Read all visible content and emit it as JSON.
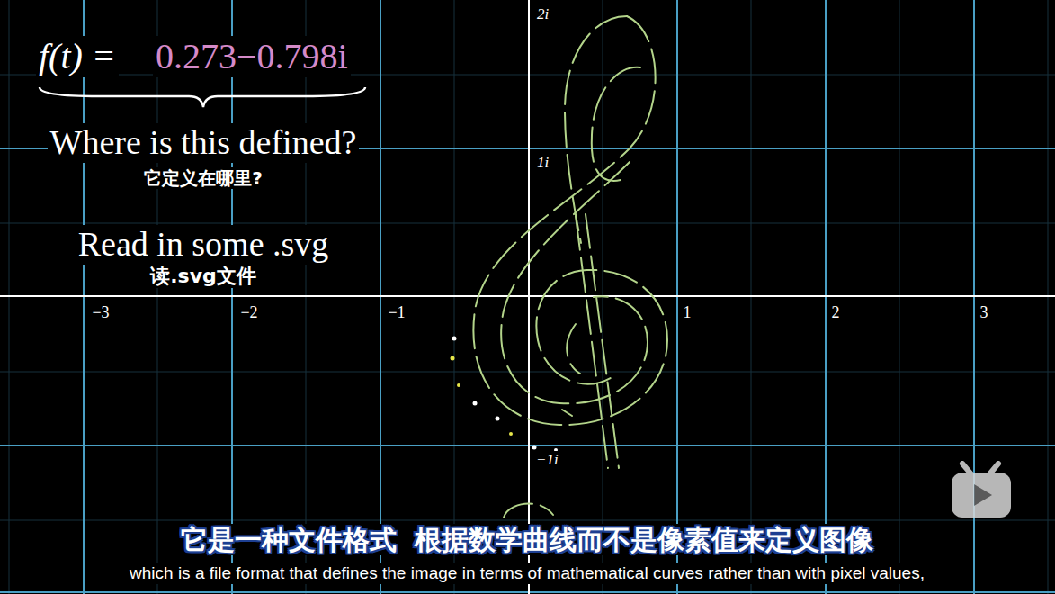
{
  "diagram": {
    "labels": [
      "f(t) =",
      "0.273−0.798i",
      "Where is this defined?",
      "它定义在哪里?",
      "Read in some .svg",
      "读.svg文件",
      "2i",
      "1i",
      "−1i",
      "−3",
      "−2",
      "−1",
      "1",
      "2",
      "3",
      "它是一种文件格式  根据数学曲线而不是像素值来定义图像",
      "which is a file format that defines the image in terms of mathematical curves rather than with pixel values,"
    ]
  }
}
